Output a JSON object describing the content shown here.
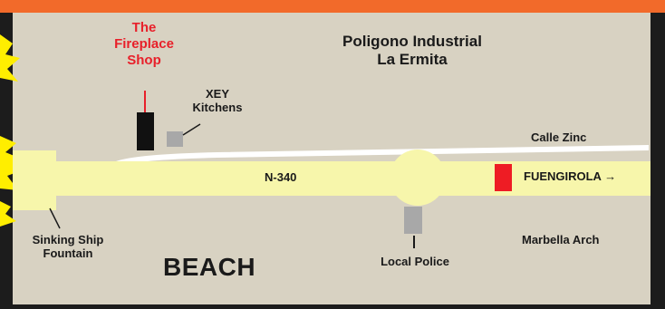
{
  "map": {
    "shop_name_line1": "The",
    "shop_name_line2": "Fireplace",
    "shop_name_line3": "Shop",
    "kitchens_line1": "XEY",
    "kitchens_line2": "Kitchens",
    "area_line1": "Poligono Industrial",
    "area_line2": "La Ermita",
    "street_name": "Calle Zinc",
    "highway_name": "N-340",
    "destination": "FUENGIROLA →",
    "fountain_line1": "Sinking Ship",
    "fountain_line2": "Fountain",
    "police": "Local Police",
    "arch": "Marbella Arch",
    "beach": "BEACH"
  },
  "colors": {
    "top_band": "#f26a2a",
    "ground": "#d8d2c2",
    "road": "#f7f6ab",
    "side_street": "#ffffff",
    "shop_marker": "#111111",
    "shop_text": "#e8202a",
    "kitchens_marker": "#a8a8a8",
    "police_marker": "#a8a8a8",
    "destination_marker": "#ee1c24",
    "starburst": "#ffee00"
  }
}
